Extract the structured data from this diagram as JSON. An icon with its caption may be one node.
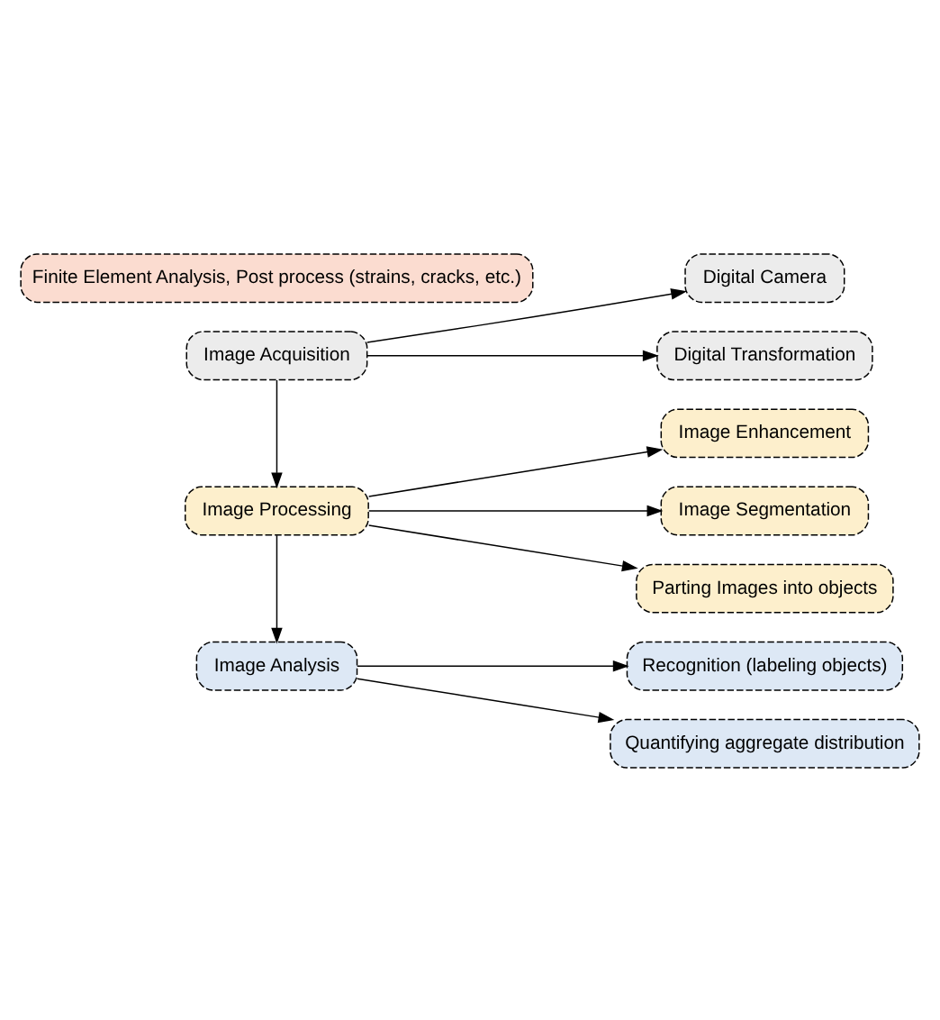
{
  "diagram": {
    "nodes": [
      {
        "text": [
          "Image Acquisition"
        ]
      },
      {
        "text": [
          "Digital Camera"
        ]
      },
      {
        "text": [
          "Digital Transformation"
        ]
      },
      {
        "text": [
          "Image Processing"
        ]
      },
      {
        "text": [
          "Image Enhancement"
        ]
      },
      {
        "text": [
          "Image Segmentation"
        ]
      },
      {
        "text": [
          "Parting Images into objects"
        ]
      },
      {
        "text": [
          "Image Analysis"
        ]
      },
      {
        "text": [
          "Recognition (labeling objects)"
        ]
      },
      {
        "text": [
          "Quantifying aggregate distribution"
        ]
      },
      {
        "text": [
          "Finite Element Analysis, Post process (strains, cracks, etc.)"
        ]
      }
    ],
    "edges": [
      {
        "from": 0,
        "to": 1,
        "arrow": "to"
      },
      {
        "from": 0,
        "to": 2,
        "arrow": "to"
      },
      {
        "from": 0,
        "to": 3,
        "arrow": "to"
      },
      {
        "from": 3,
        "to": 4,
        "arrow": "to"
      },
      {
        "from": 3,
        "to": 5,
        "arrow": "to"
      },
      {
        "from": 3,
        "to": 6,
        "arrow": "to"
      },
      {
        "from": 3,
        "to": 7,
        "arrow": "to"
      },
      {
        "from": 7,
        "to": 8,
        "arrow": "to"
      },
      {
        "from": 7,
        "to": 9,
        "arrow": "to"
      }
    ]
  }
}
